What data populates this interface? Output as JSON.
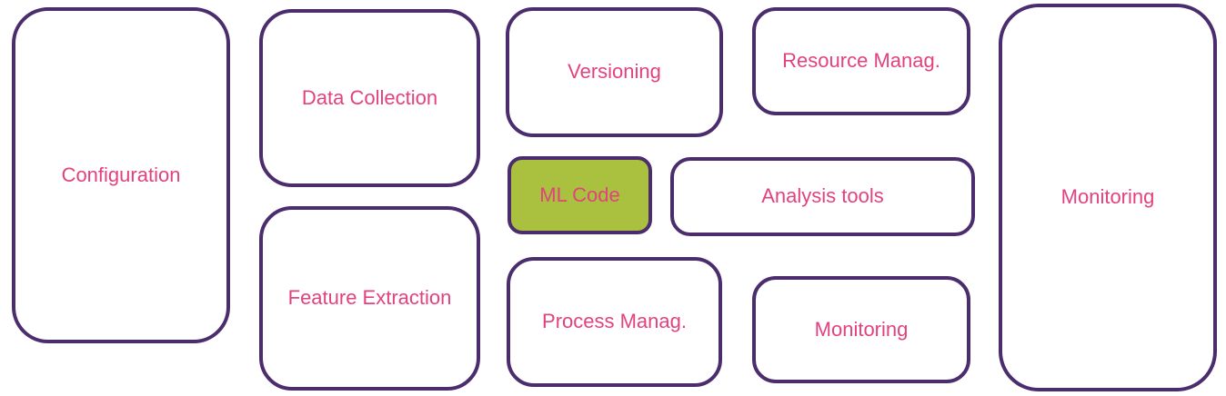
{
  "diagram": {
    "type": "ml-system-components-diagram",
    "colors": {
      "background": "#ffffff",
      "box_border": "#4b2d6e",
      "box_fill": "#ffffff",
      "highlight_fill": "#a9c13e",
      "label_text": "#e2427e"
    },
    "boxes": [
      {
        "id": "configuration",
        "label": "Configuration",
        "highlighted": false
      },
      {
        "id": "data-collection",
        "label": "Data Collection",
        "highlighted": false
      },
      {
        "id": "feature-extraction",
        "label": "Feature Extraction",
        "highlighted": false
      },
      {
        "id": "versioning",
        "label": "Versioning",
        "highlighted": false
      },
      {
        "id": "ml-code",
        "label": "ML Code",
        "highlighted": true
      },
      {
        "id": "process-manag",
        "label": "Process Manag.",
        "highlighted": false
      },
      {
        "id": "resource-manag",
        "label": "Resource Manag.",
        "highlighted": false
      },
      {
        "id": "analysis-tools",
        "label": "Analysis tools",
        "highlighted": false
      },
      {
        "id": "monitoring-small",
        "label": "Monitoring",
        "highlighted": false
      },
      {
        "id": "monitoring-tall",
        "label": "Monitoring",
        "highlighted": false
      }
    ]
  }
}
